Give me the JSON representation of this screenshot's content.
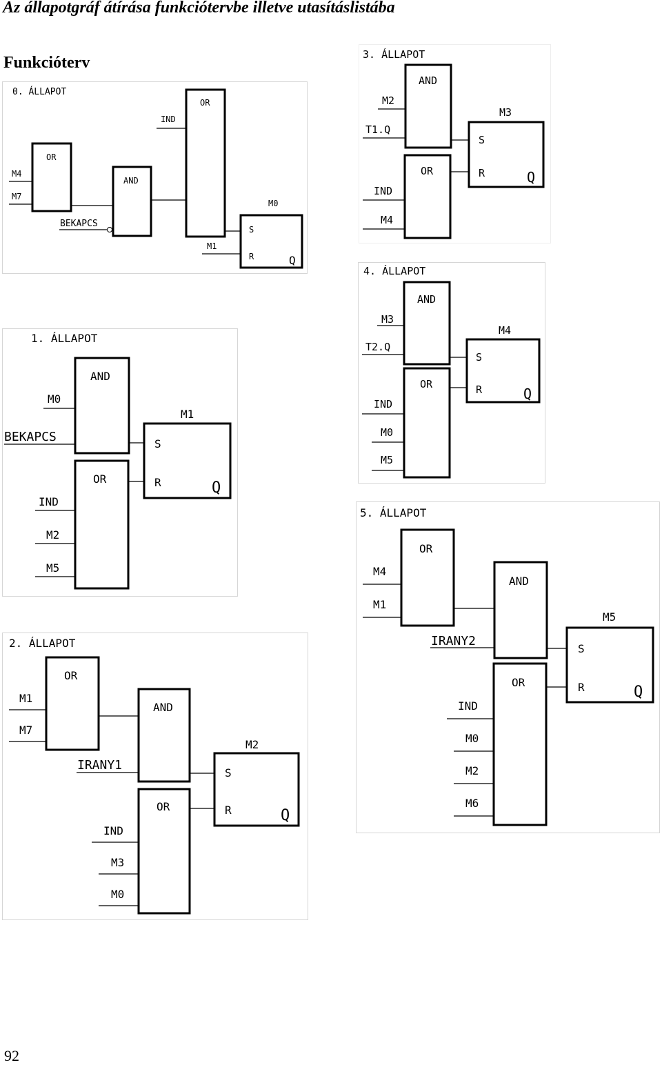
{
  "title": "Az állapotgráf átírása funkciótervbe illetve utasításlistába",
  "subtitle": "Funkcióterv",
  "page_number": "92",
  "diagrams": [
    {
      "title": "0. ÁLLAPOT",
      "or1": {
        "label": "OR",
        "inputs": [
          "M4",
          "M7"
        ]
      },
      "and1": {
        "label": "AND",
        "input": "BEKAPCS"
      },
      "or2": {
        "label": "OR",
        "input": "IND"
      },
      "sr": {
        "name": "M0",
        "set": "S",
        "reset": "R",
        "out": "Q",
        "reset_input": "M1"
      }
    },
    {
      "title": "1. ÁLLAPOT",
      "and1": {
        "label": "AND",
        "inputs": [
          "M0",
          "BEKAPCS"
        ]
      },
      "or1": {
        "label": "OR",
        "inputs": [
          "IND",
          "M2",
          "M5"
        ]
      },
      "sr": {
        "name": "M1",
        "set": "S",
        "reset": "R",
        "out": "Q"
      }
    },
    {
      "title": "2. ÁLLAPOT",
      "or1": {
        "label": "OR",
        "inputs": [
          "M1",
          "M7"
        ]
      },
      "and1": {
        "label": "AND",
        "input": "IRANY1"
      },
      "or2": {
        "label": "OR",
        "inputs": [
          "IND",
          "M3",
          "M0"
        ]
      },
      "sr": {
        "name": "M2",
        "set": "S",
        "reset": "R",
        "out": "Q"
      }
    },
    {
      "title": "3. ÁLLAPOT",
      "and1": {
        "label": "AND",
        "inputs": [
          "M2",
          "T1.Q"
        ]
      },
      "or1": {
        "label": "OR",
        "inputs": [
          "IND",
          "M4"
        ]
      },
      "sr": {
        "name": "M3",
        "set": "S",
        "reset": "R",
        "out": "Q"
      }
    },
    {
      "title": "4. ÁLLAPOT",
      "and1": {
        "label": "AND",
        "inputs": [
          "M3",
          "T2.Q"
        ]
      },
      "or1": {
        "label": "OR",
        "inputs": [
          "IND",
          "M0",
          "M5"
        ]
      },
      "sr": {
        "name": "M4",
        "set": "S",
        "reset": "R",
        "out": "Q"
      }
    },
    {
      "title": "5. ÁLLAPOT",
      "or1": {
        "label": "OR",
        "inputs": [
          "M4",
          "M1"
        ]
      },
      "and1": {
        "label": "AND",
        "input": "IRANY2"
      },
      "or2": {
        "label": "OR",
        "inputs": [
          "IND",
          "M0",
          "M2",
          "M6"
        ]
      },
      "sr": {
        "name": "M5",
        "set": "S",
        "reset": "R",
        "out": "Q"
      }
    }
  ]
}
